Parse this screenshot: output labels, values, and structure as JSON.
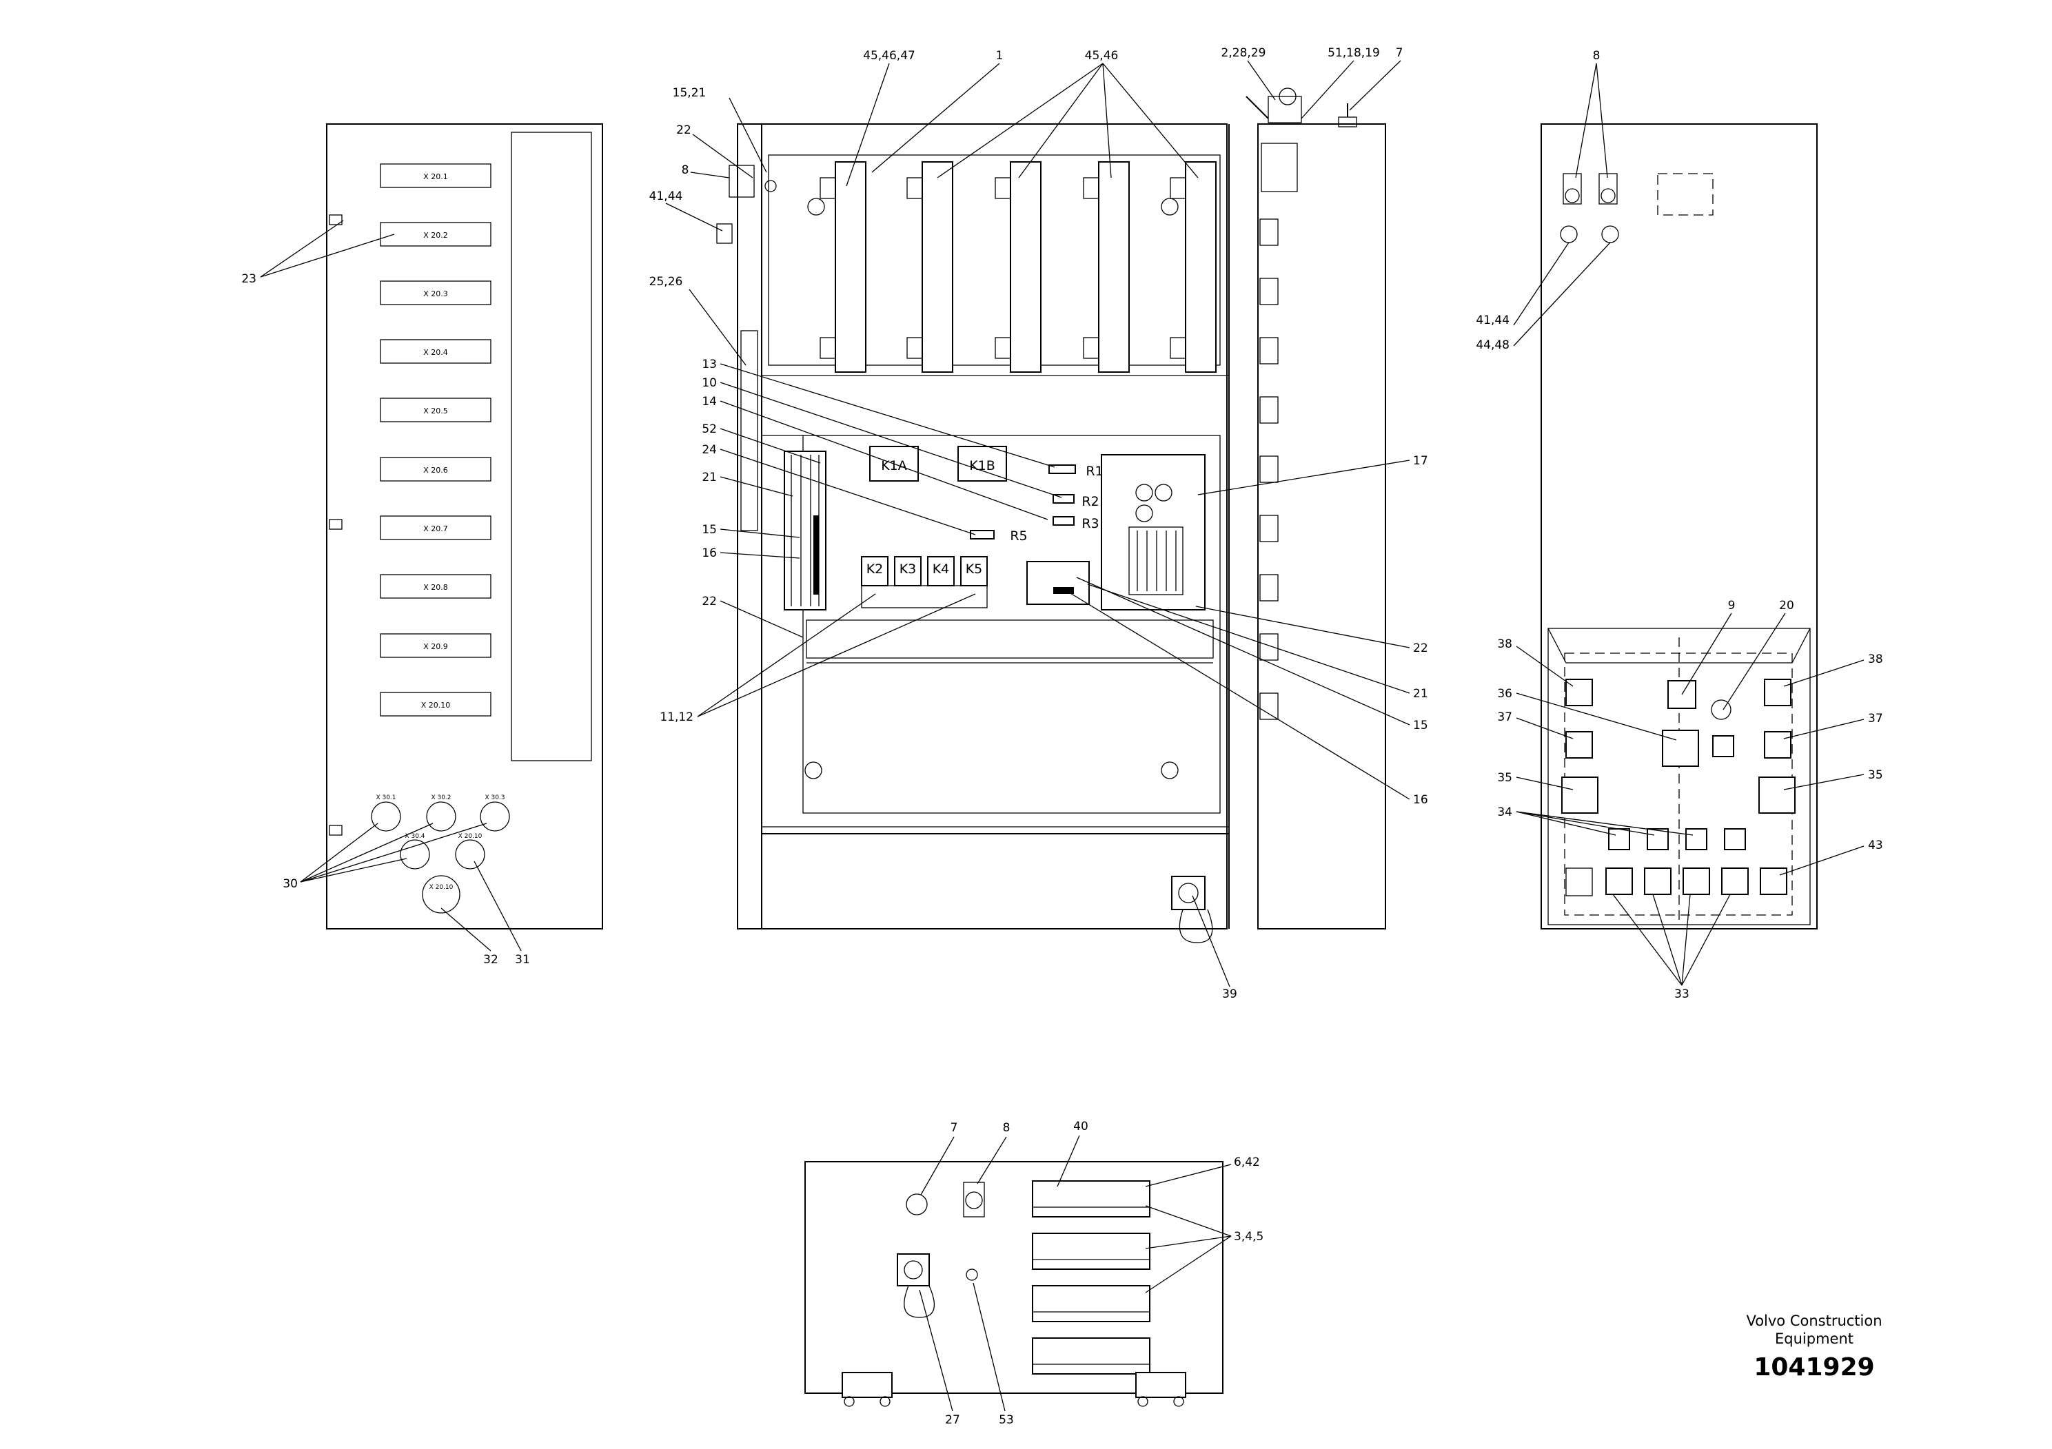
{
  "slots": [
    "X 20.1",
    "X 20.2",
    "X 20.3",
    "X 20.4",
    "X 20.5",
    "X 20.6",
    "X 20.7",
    "X 20.8",
    "X 20.9",
    "X 20.10"
  ],
  "sockets": [
    "X 30.1",
    "X 30.2",
    "X 30.3",
    "X 30.4",
    "X 20.10",
    "X 20.10"
  ],
  "components": [
    "K1A",
    "K1B",
    "R1",
    "R2",
    "R3",
    "R5",
    "K2",
    "K3",
    "K4",
    "K5"
  ],
  "callouts": {
    "c23": "23",
    "c30": "30",
    "c32": "32",
    "c31": "31",
    "c15_21": "15,21",
    "c22a": "22",
    "c8a": "8",
    "c41_44a": "41,44",
    "c25_26": "25,26",
    "c45_46_47": "45,46,47",
    "c1": "1",
    "c45_46": "45,46",
    "c2_28_29": "2,28,29",
    "c51_18_19": "51,18,19",
    "c7a": "7",
    "c13": "13",
    "c10": "10",
    "c14": "14",
    "c52": "52",
    "c24": "24",
    "c21a": "21",
    "c15a": "15",
    "c16a": "16",
    "c22b": "22",
    "c11_12": "11,12",
    "c17": "17",
    "c22c": "22",
    "c21b": "21",
    "c15b": "15",
    "c16b": "16",
    "c39": "39",
    "c8b": "8",
    "c41_44b": "41,44",
    "c44_48": "44,48",
    "c9": "9",
    "c20": "20",
    "c38a": "38",
    "c38b": "38",
    "c36": "36",
    "c37a": "37",
    "c37b": "37",
    "c35a": "35",
    "c35b": "35",
    "c34": "34",
    "c43": "43",
    "c33": "33",
    "c7b": "7",
    "c8c": "8",
    "c40": "40",
    "c6_42": "6,42",
    "c3_4_5": "3,4,5",
    "c27": "27",
    "c53": "53"
  },
  "title_block": {
    "company_line1": "Volvo Construction",
    "company_line2": "Equipment",
    "part_number": "1041929"
  }
}
